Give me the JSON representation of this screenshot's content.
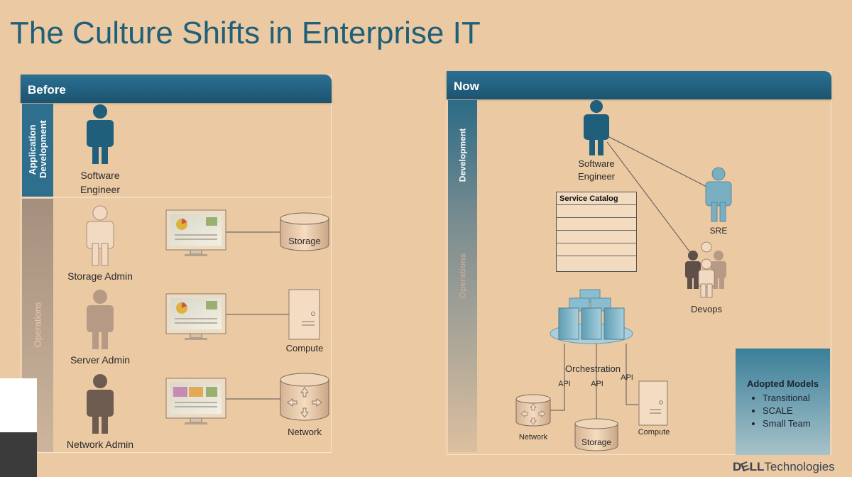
{
  "title": "The Culture Shifts in Enterprise IT",
  "before": {
    "header": "Before",
    "section_app_dev": "Application Development",
    "section_ops": "Operations",
    "software_engineer": "Software Engineer",
    "storage_admin": "Storage Admin",
    "server_admin": "Server Admin",
    "network_admin": "Network Admin",
    "storage": "Storage",
    "compute": "Compute",
    "network": "Network"
  },
  "now": {
    "header": "Now",
    "section_dev": "Development",
    "section_ops": "Operations",
    "software_engineer": "Software Engineer",
    "service_catalog": "Service Catalog",
    "sre": "SRE",
    "devops": "Devops",
    "orchestration": "Orchestration",
    "api": "API",
    "network": "Network",
    "storage": "Storage",
    "compute": "Compute",
    "adopted_models": {
      "title": "Adopted Models",
      "items": [
        "Transitional",
        "SCALE",
        "Small Team"
      ]
    }
  },
  "brand": {
    "part1": "D",
    "part2": "LL",
    "part3": "Technologies"
  },
  "colors": {
    "background": "#eac9a3",
    "header_blue": "#1f5f78",
    "person_blue": "#1f5f7c",
    "person_light": "#f2d9c1",
    "person_mid": "#b69a86",
    "person_dark": "#6d5b50",
    "sre_blue": "#7aaec2"
  }
}
